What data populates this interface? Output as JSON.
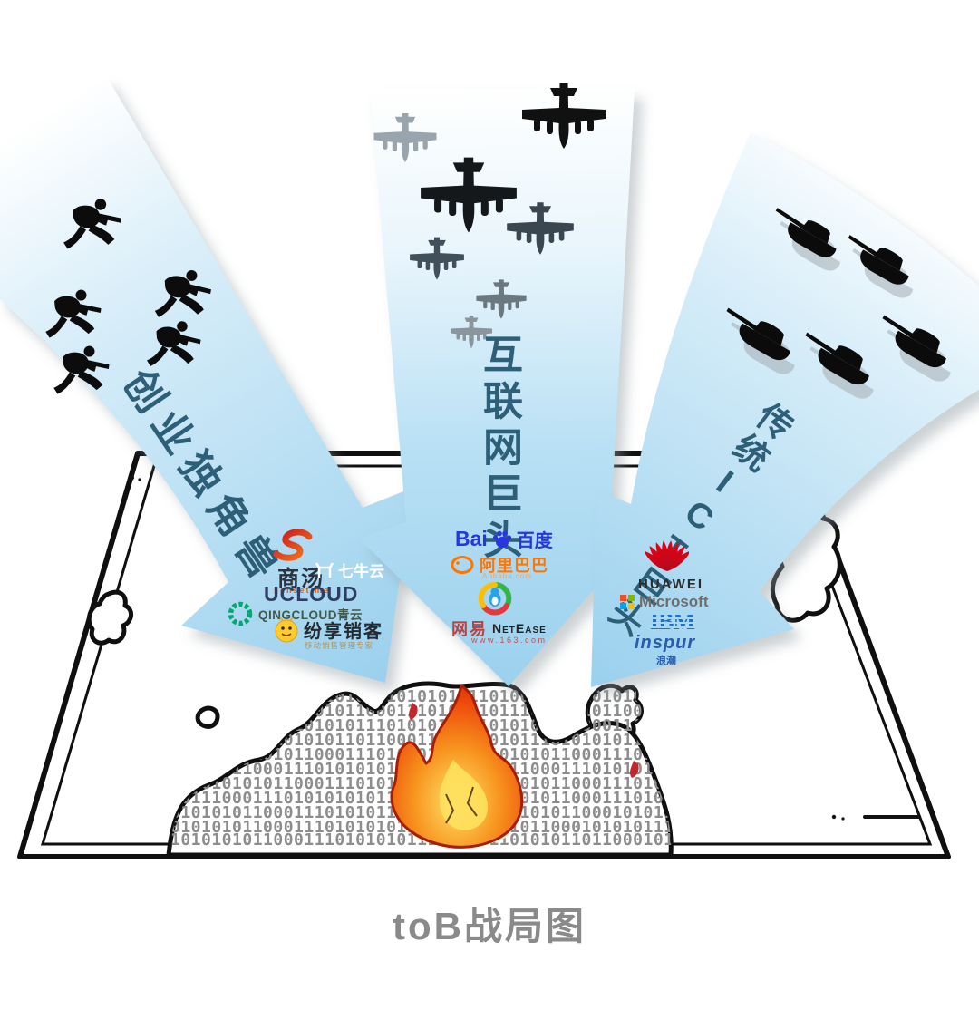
{
  "title": "toB战局图",
  "arrows": {
    "left": {
      "label": "创业独角兽",
      "companies": {
        "sensetime": {
          "name": "商汤",
          "sub": "sensetime"
        },
        "qiniu": {
          "name": "七牛云"
        },
        "ucloud": {
          "name": "UCLOUD"
        },
        "qingcloud": {
          "name": "QINGCLOUD青云"
        },
        "fxiaoke": {
          "name": "纷享销客",
          "sub": "移动销售管理专家"
        }
      }
    },
    "middle": {
      "label": "互联网巨头",
      "companies": {
        "baidu": {
          "en": "Bai",
          "cn": "百度",
          "icon": "baidu-paw-icon"
        },
        "alibaba": {
          "name": "阿里巴巴",
          "sub": "Alibaba.com",
          "icon": "alibaba-smile-icon"
        },
        "tencent": {
          "icon": "tencent-qq-icon"
        },
        "netease": {
          "cn": "网易",
          "en": "NetEase",
          "sub": "www.163.com"
        }
      }
    },
    "right": {
      "label": "传统ICT巨头",
      "companies": {
        "huawei": {
          "name": "HUAWEI",
          "icon": "huawei-flower-icon"
        },
        "microsoft": {
          "name": "Microsoft",
          "icon": "microsoft-squares-icon"
        },
        "ibm": {
          "name": "IBM"
        },
        "inspur": {
          "en": "inspur",
          "cn": "浪潮"
        }
      }
    }
  },
  "map": {
    "binary_rows": [
      "10101100011101010101110101010110100011101010101110",
      "01010101110101010110001110101010111010101011000111",
      "01010110001110101011101010101110101010110001110101",
      "10101011101010101101100011101010101110101010110001",
      "10001010101011000111010101011101010101100011101010",
      "10101011000111010101011101010101011000111010101011",
      "00101010101100011101010101110101010101100011101010",
      "10111000111010101010111010101011010101100011101010",
      "01010101100011101010111010101011101010110001010111",
      "01010101100011101010101110101010110110001010101110",
      "10101010110001110101010111010101101010110110001010"
    ]
  },
  "colors": {
    "arrow_blue": "#9bd1ee",
    "label_text": "#2e5f78",
    "binary_gray": "#8d8d8d",
    "title_gray": "#8a8a8a",
    "baidu_blue": "#2836df",
    "alibaba_orange": "#ff7500",
    "huawei_red": "#e60012",
    "ibm_blue": "#1f70c1",
    "inspur_blue": "#2a5caa",
    "qingcloud_green": "#00a971",
    "ucloud_navy": "#2b3f66",
    "netease_red": "#b34545",
    "fire_orange": "#f7931e"
  }
}
